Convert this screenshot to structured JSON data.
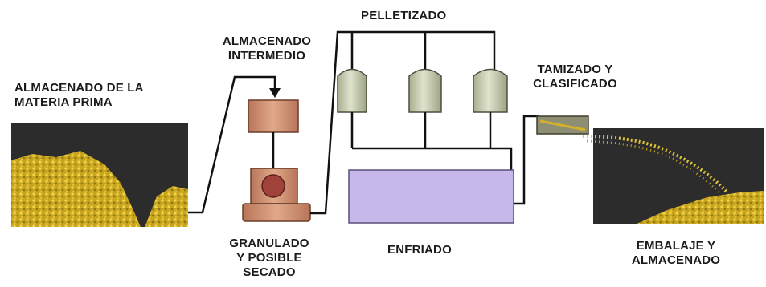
{
  "labels": {
    "raw_material_storage": [
      "ALMACENADO DE LA",
      "MATERIA PRIMA"
    ],
    "intermediate_storage": [
      "ALMACENADO",
      "INTERMEDIO"
    ],
    "granulation": [
      "GRANULADO",
      "Y POSIBLE",
      "SECADO"
    ],
    "pelletizing": "PELLETIZADO",
    "cooling": "ENFRIADO",
    "screening": [
      "TAMIZADO Y",
      "CLASIFICADO"
    ],
    "packaging": [
      "EMBALAJE Y",
      "ALMACENADO"
    ]
  },
  "colors": {
    "pipe": "#111111",
    "storage_dark": "#2b2b2b",
    "grain": "#d4b12a",
    "hopper_box": "#c98a6a",
    "granulator_body": "#c98a6a",
    "silo": "#c9cfb5",
    "cooler": "#c6b8ea",
    "screen": "#8e8e74"
  }
}
